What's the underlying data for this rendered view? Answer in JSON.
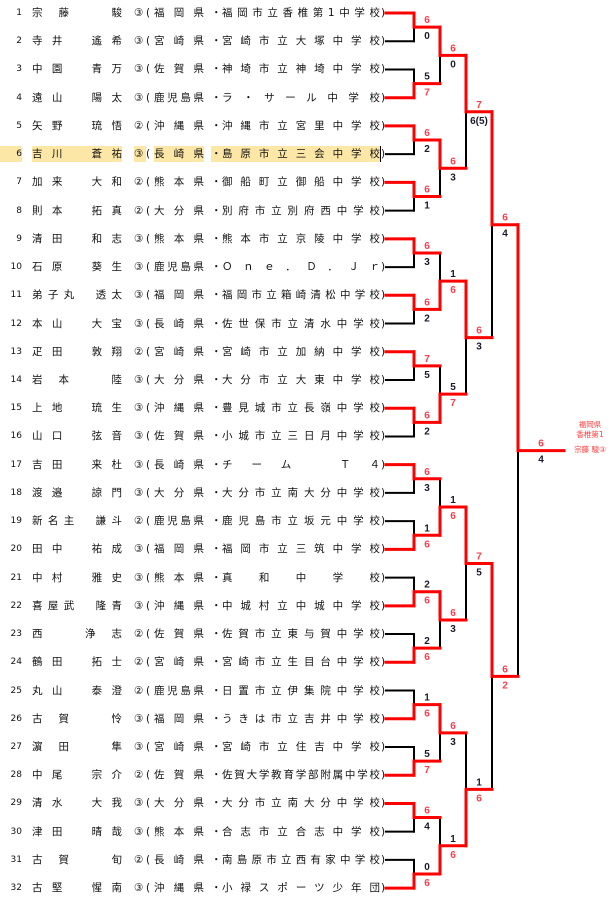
{
  "players": [
    {
      "no": "1",
      "name": "宗藤　駿",
      "grade": "③",
      "pref": "福岡県",
      "school": "福岡市立香椎第1中学校"
    },
    {
      "no": "2",
      "name": "寺井　遙希",
      "grade": "③",
      "pref": "宮崎県",
      "school": "宮崎市立大塚中学校"
    },
    {
      "no": "3",
      "name": "中園　青万",
      "grade": "③",
      "pref": "佐賀県",
      "school": "神埼市立神埼中学校"
    },
    {
      "no": "4",
      "name": "遠山　陽太",
      "grade": "③",
      "pref": "鹿児島県",
      "school": "ラ・サール中学校"
    },
    {
      "no": "5",
      "name": "矢野　琉悟",
      "grade": "②",
      "pref": "沖縄県",
      "school": "沖縄市立宮里中学校"
    },
    {
      "no": "6",
      "name": "吉川　蒼祐",
      "grade": "③",
      "pref": "長崎県",
      "school": "島原市立三会中学校",
      "highlight": true
    },
    {
      "no": "7",
      "name": "加来　大和",
      "grade": "②",
      "pref": "熊本県",
      "school": "御船町立御船中学校"
    },
    {
      "no": "8",
      "name": "則本　拓真",
      "grade": "②",
      "pref": "大分県",
      "school": "別府市立別府西中学校"
    },
    {
      "no": "9",
      "name": "清田　和志",
      "grade": "③",
      "pref": "熊本県",
      "school": "熊本市立京陵中学校"
    },
    {
      "no": "10",
      "name": "石原　葵生",
      "grade": "③",
      "pref": "鹿児島県",
      "school": "Ｏｎｅ．Ｄ．Ｊｒ"
    },
    {
      "no": "11",
      "name": "弟子丸　透太",
      "grade": "③",
      "pref": "福岡県",
      "school": "福岡市立箱崎清松中学校"
    },
    {
      "no": "12",
      "name": "本山　大宝",
      "grade": "③",
      "pref": "長崎県",
      "school": "佐世保市立清水中学校"
    },
    {
      "no": "13",
      "name": "疋田　敦翔",
      "grade": "②",
      "pref": "宮崎県",
      "school": "宮崎市立加納中学校"
    },
    {
      "no": "14",
      "name": "岩本　陸",
      "grade": "③",
      "pref": "大分県",
      "school": "大分市立大東中学校"
    },
    {
      "no": "15",
      "name": "上地　琉生",
      "grade": "③",
      "pref": "沖縄県",
      "school": "豊見城市立長嶺中学校"
    },
    {
      "no": "16",
      "name": "山口　弦音",
      "grade": "③",
      "pref": "佐賀県",
      "school": "小城市立三日月中学校"
    },
    {
      "no": "17",
      "name": "吉田　来杜",
      "grade": "③",
      "pref": "長崎県",
      "school": "チーム　Ｔ４"
    },
    {
      "no": "18",
      "name": "渡邉　諒門",
      "grade": "③",
      "pref": "大分県",
      "school": "大分市立南大分中学校"
    },
    {
      "no": "19",
      "name": "新名主　謙斗",
      "grade": "②",
      "pref": "鹿児島県",
      "school": "鹿児島市立坂元中学校"
    },
    {
      "no": "20",
      "name": "田中　祐成",
      "grade": "③",
      "pref": "福岡県",
      "school": "福岡市立三筑中学校"
    },
    {
      "no": "21",
      "name": "中村　雅史",
      "grade": "③",
      "pref": "熊本県",
      "school": "真和中学校"
    },
    {
      "no": "22",
      "name": "喜屋武　隆青",
      "grade": "③",
      "pref": "沖縄県",
      "school": "中城村立中城中学校"
    },
    {
      "no": "23",
      "name": "西　浄志",
      "grade": "②",
      "pref": "佐賀県",
      "school": "佐賀市立東与賀中学校"
    },
    {
      "no": "24",
      "name": "鶴田　拓士",
      "grade": "②",
      "pref": "宮崎県",
      "school": "宮崎市立生目台中学校"
    },
    {
      "no": "25",
      "name": "丸山　泰澄",
      "grade": "②",
      "pref": "鹿児島県",
      "school": "日置市立伊集院中学校"
    },
    {
      "no": "26",
      "name": "古賀　怜",
      "grade": "③",
      "pref": "福岡県",
      "school": "うきは市立吉井中学校"
    },
    {
      "no": "27",
      "name": "濵田　隼",
      "grade": "③",
      "pref": "宮崎県",
      "school": "宮崎市立住吉中学校"
    },
    {
      "no": "28",
      "name": "中尾　宗介",
      "grade": "②",
      "pref": "佐賀県",
      "school": "佐賀大学教育学部附属中学校"
    },
    {
      "no": "29",
      "name": "清水　大我",
      "grade": "③",
      "pref": "大分県",
      "school": "大分市立南大分中学校"
    },
    {
      "no": "30",
      "name": "津田　晴哉",
      "grade": "③",
      "pref": "熊本県",
      "school": "合志市立合志中学校"
    },
    {
      "no": "31",
      "name": "古賀　旬",
      "grade": "②",
      "pref": "長崎県",
      "school": "南島原市立西有家中学校"
    },
    {
      "no": "32",
      "name": "古堅　惺南",
      "grade": "③",
      "pref": "沖縄県",
      "school": "小禄スポーツ少年団"
    }
  ],
  "punct": {
    "open": "(",
    "sep": "・",
    "close": ")"
  },
  "bracket": {
    "rounds": [
      [
        [
          "6",
          "0"
        ],
        [
          "5",
          "7"
        ],
        [
          "6",
          "2"
        ],
        [
          "6",
          "1"
        ],
        [
          "6",
          "3"
        ],
        [
          "6",
          "2"
        ],
        [
          "7",
          "5"
        ],
        [
          "6",
          "2"
        ],
        [
          "6",
          "3"
        ],
        [
          "1",
          "6"
        ],
        [
          "2",
          "6"
        ],
        [
          "2",
          "6"
        ],
        [
          "1",
          "6"
        ],
        [
          "5",
          "7"
        ],
        [
          "6",
          "4"
        ],
        [
          "0",
          "6"
        ]
      ],
      [
        [
          "6",
          "0"
        ],
        [
          "6",
          "3"
        ],
        [
          "1",
          "6"
        ],
        [
          "5",
          "7"
        ],
        [
          "1",
          "6"
        ],
        [
          "6",
          "3"
        ],
        [
          "6",
          "3"
        ],
        [
          "1",
          "6"
        ]
      ],
      [
        [
          "7",
          "6(5)"
        ],
        [
          "6",
          "3"
        ],
        [
          "7",
          "5"
        ],
        [
          "1",
          "6"
        ]
      ],
      [
        [
          "6",
          "4"
        ],
        [
          "6",
          "2",
          {
            "bottom_red": true
          }
        ]
      ],
      [
        [
          "6",
          "4"
        ]
      ]
    ],
    "winner_top": [
      [
        true,
        false,
        true,
        true,
        true,
        true,
        true,
        true,
        true,
        false,
        false,
        false,
        false,
        false,
        true,
        false
      ],
      [
        true,
        true,
        false,
        false,
        false,
        true,
        true,
        false
      ],
      [
        true,
        true,
        true,
        false
      ],
      [
        true,
        true
      ],
      [
        true
      ]
    ]
  },
  "champion": {
    "line1": "福岡県",
    "line2": "香椎第1",
    "line3": "宗藤 駿③"
  },
  "colors": {
    "win": "#ff0000",
    "lose": "#000000",
    "score_win": "#ff3b4b",
    "score_lose": "#1a1a2e",
    "highlight": "#fde7a6"
  }
}
